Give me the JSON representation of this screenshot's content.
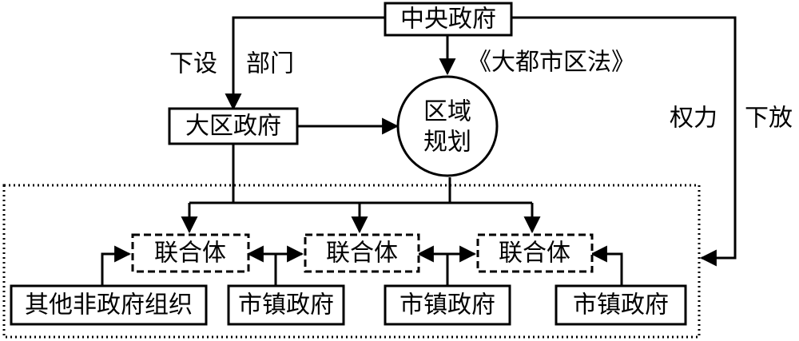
{
  "nodes": {
    "central": "中央政府",
    "regional": "大区政府",
    "planning_line1": "区域",
    "planning_line2": "规划",
    "union1": "联合体",
    "union2": "联合体",
    "union3": "联合体",
    "other_orgs": "其他非政府组织",
    "town1": "市镇政府",
    "town2": "市镇政府",
    "town3": "市镇政府"
  },
  "edges": {
    "setup_a": "下设",
    "setup_b": "部门",
    "law": "《大都市区法》",
    "power_a": "权力",
    "power_b": "下放"
  }
}
